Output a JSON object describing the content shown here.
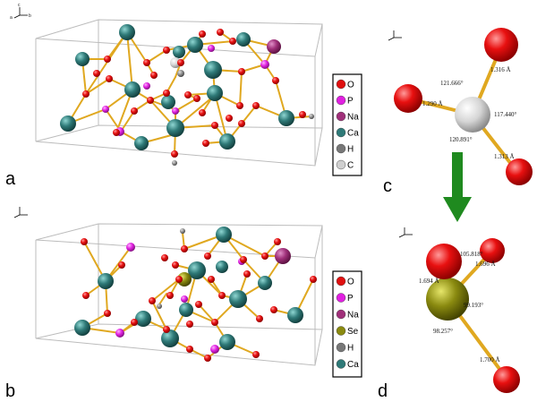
{
  "panels": {
    "a": {
      "label": "a",
      "legend": [
        {
          "text": "O",
          "color": "#e01010"
        },
        {
          "text": "P",
          "color": "#e020e0"
        },
        {
          "text": "Na",
          "color": "#a0307a"
        },
        {
          "text": "Ca",
          "color": "#2f7a78"
        },
        {
          "text": "H",
          "color": "#777777"
        },
        {
          "text": "C",
          "color": "#cfcfcf"
        }
      ]
    },
    "b": {
      "label": "b",
      "legend": [
        {
          "text": "O",
          "color": "#e01010"
        },
        {
          "text": "P",
          "color": "#e020e0"
        },
        {
          "text": "Na",
          "color": "#a0307a"
        },
        {
          "text": "Se",
          "color": "#8a8a10"
        },
        {
          "text": "H",
          "color": "#777777"
        },
        {
          "text": "Ca",
          "color": "#2f7a78"
        }
      ]
    },
    "c": {
      "label": "c",
      "measurements": [
        "121.666°",
        "1.316 Å",
        "1.290 Å",
        "117.440°",
        "120.891°",
        "1.313 Å"
      ]
    },
    "d": {
      "label": "d",
      "measurements": [
        "105.818°",
        "1.696 Å",
        "1.694 Å",
        "99.193°",
        "98.257°",
        "1.700 Å"
      ]
    }
  },
  "axis_labels": {
    "a": "a",
    "b": "b",
    "c": "c"
  },
  "colors": {
    "oxygen": "#e01010",
    "phosphorus": "#e020e0",
    "sodium": "#a0307a",
    "calcium": "#2f7a78",
    "hydrogen": "#777777",
    "carbon": "#cfcfcf",
    "selenium": "#8a8a10",
    "bond": "#e0a820",
    "arrow": "#1f8a1f"
  }
}
